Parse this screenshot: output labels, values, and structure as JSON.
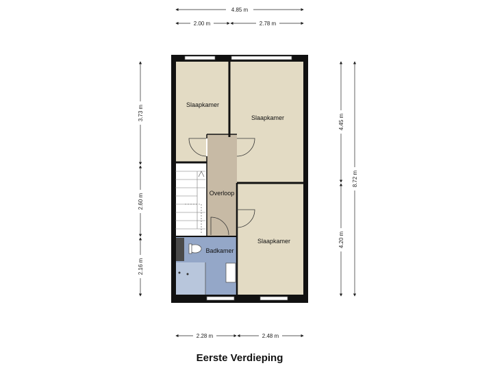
{
  "floor_title": "Eerste Verdieping",
  "rooms": {
    "bedroom_1": "Slaapkamer",
    "bedroom_2": "Slaapkamer",
    "bedroom_3": "Slaapkamer",
    "landing": "Overloop",
    "bathroom": "Badkamer"
  },
  "dimensions": {
    "top_total": "4.85 m",
    "top_left": "2.00 m",
    "top_right": "2.78 m",
    "bottom_left": "2.28 m",
    "bottom_right": "2.48 m",
    "left_top": "3.73 m",
    "left_middle": "2.60 m",
    "left_bottom": "2.16 m",
    "right_top": "4.45 m",
    "right_bottom": "4.20 m",
    "right_total": "8.72 m"
  },
  "colors": {
    "bedroom_fill": "#e3dbc4",
    "landing_fill": "#c7baa5",
    "bathroom_fill": "#94a7c8",
    "wall": "#111111",
    "window": "#ffffff"
  }
}
